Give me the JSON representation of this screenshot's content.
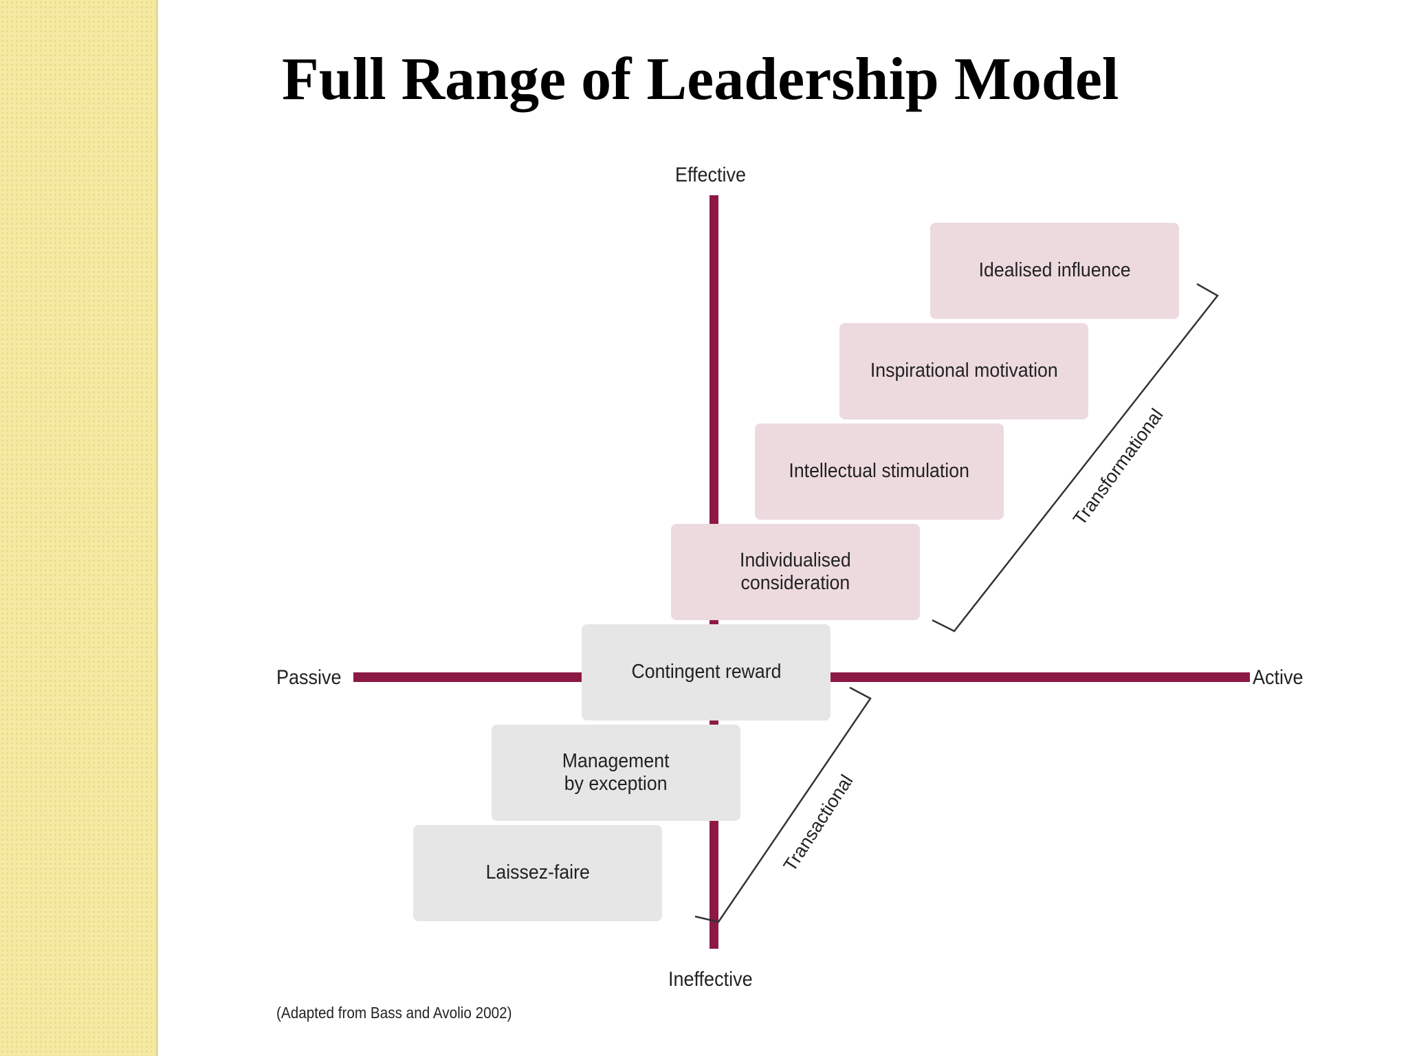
{
  "slide": {
    "title": "Full Range of Leadership Model"
  },
  "axes": {
    "top": "Effective",
    "bottom": "Ineffective",
    "left": "Passive",
    "right": "Active"
  },
  "styles": [
    {
      "label": "Idealised influence",
      "group": "transformational"
    },
    {
      "label": "Inspirational motivation",
      "group": "transformational"
    },
    {
      "label": "Intellectual stimulation",
      "group": "transformational"
    },
    {
      "label": "Individualised\nconsideration",
      "group": "transformational"
    },
    {
      "label": "Contingent reward",
      "group": "transactional"
    },
    {
      "label": "Management\nby exception",
      "group": "transactional"
    },
    {
      "label": "Laissez-faire",
      "group": "transactional"
    }
  ],
  "groups": {
    "transformational": "Transformational",
    "transactional": "Transactional"
  },
  "source": "(Adapted from Bass and Avolio 2002)",
  "colors": {
    "axis": "#8c1a45",
    "transformational_box": "#eddade",
    "transactional_box": "#e6e6e6",
    "side_band": "#f5e9a3"
  }
}
